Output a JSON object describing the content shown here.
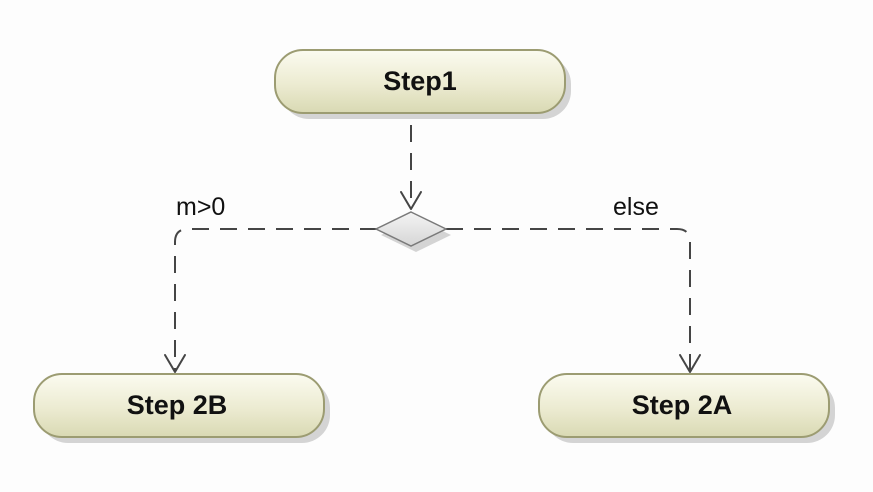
{
  "diagram": {
    "type": "activity",
    "nodes": {
      "step1": {
        "label": "Step1"
      },
      "step2b": {
        "label": "Step 2B"
      },
      "step2a": {
        "label": "Step 2A"
      }
    },
    "decision": {
      "label": ""
    },
    "guards": {
      "left": "m>0",
      "right": "else"
    }
  },
  "colors": {
    "node_fill_top": "#fbfbf0",
    "node_fill_bottom": "#d9d9b3",
    "node_border": "#9c9c72",
    "shadow": "#b9b9b9",
    "edge": "#454545",
    "decision_fill": "#e6e6e6",
    "decision_border": "#7a7a7a"
  }
}
